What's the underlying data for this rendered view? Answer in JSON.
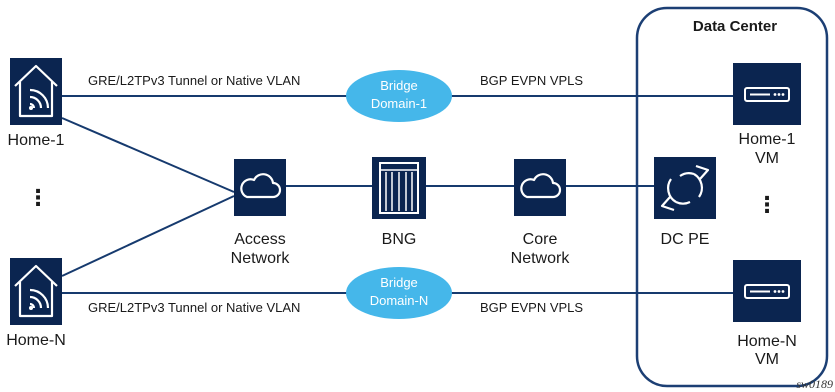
{
  "data_center": {
    "title": "Data Center"
  },
  "nodes": {
    "home1": {
      "label": "Home-1",
      "icon": "house-wifi-icon"
    },
    "homeN": {
      "label": "Home-N",
      "icon": "house-wifi-icon"
    },
    "access": {
      "label_line1": "Access",
      "label_line2": "Network",
      "icon": "cloud-icon"
    },
    "bng": {
      "label": "BNG",
      "icon": "server-rack-icon"
    },
    "core": {
      "label_line1": "Core",
      "label_line2": "Network",
      "icon": "cloud-icon"
    },
    "dcpe": {
      "label": "DC PE",
      "icon": "router-cycle-icon"
    },
    "vm1": {
      "label_line1": "Home-1",
      "label_line2": "VM",
      "icon": "server-icon"
    },
    "vmN": {
      "label_line1": "Home-N",
      "label_line2": "VM",
      "icon": "server-icon"
    }
  },
  "links": {
    "top_access": "GRE/L2TPv3 Tunnel or Native VLAN",
    "top_evpn": "BGP EVPN VPLS",
    "bottom_access": "GRE/L2TPv3 Tunnel or Native VLAN",
    "bottom_evpn": "BGP EVPN VPLS"
  },
  "bridge_domains": {
    "bd1": {
      "line1": "Bridge",
      "line2": "Domain-1"
    },
    "bdN": {
      "line1": "Bridge",
      "line2": "Domain-N"
    }
  },
  "ellipsis": {
    "left": "⋮",
    "right": "⋮"
  },
  "reference_id": "sw0189",
  "colors": {
    "navy": "#0b2550",
    "line": "#163a6e",
    "bridge_fill": "#45b7ea",
    "dc_border": "#1c3f74"
  }
}
